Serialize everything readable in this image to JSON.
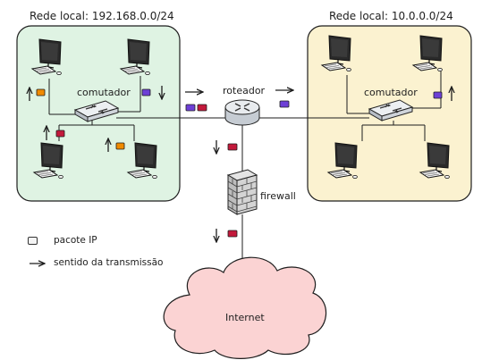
{
  "lan_left": {
    "title": "Rede local: 192.168.0.0/24",
    "switch_label": "comutador",
    "fill": "#dff3e3"
  },
  "lan_right": {
    "title": "Rede local: 10.0.0.0/24",
    "switch_label": "comutador",
    "fill": "#fbf2d0"
  },
  "router": {
    "label": "roteador"
  },
  "firewall": {
    "label": "firewall"
  },
  "internet": {
    "label": "Internet",
    "fill": "#fbd3d3"
  },
  "legend": {
    "packet_label": "pacote IP",
    "direction_label": "sentido da transmissão"
  },
  "colors": {
    "packet_orange": "#f08a00",
    "packet_purple": "#6d3fd6",
    "packet_red": "#c3193b",
    "stroke": "#1e1e1e"
  }
}
